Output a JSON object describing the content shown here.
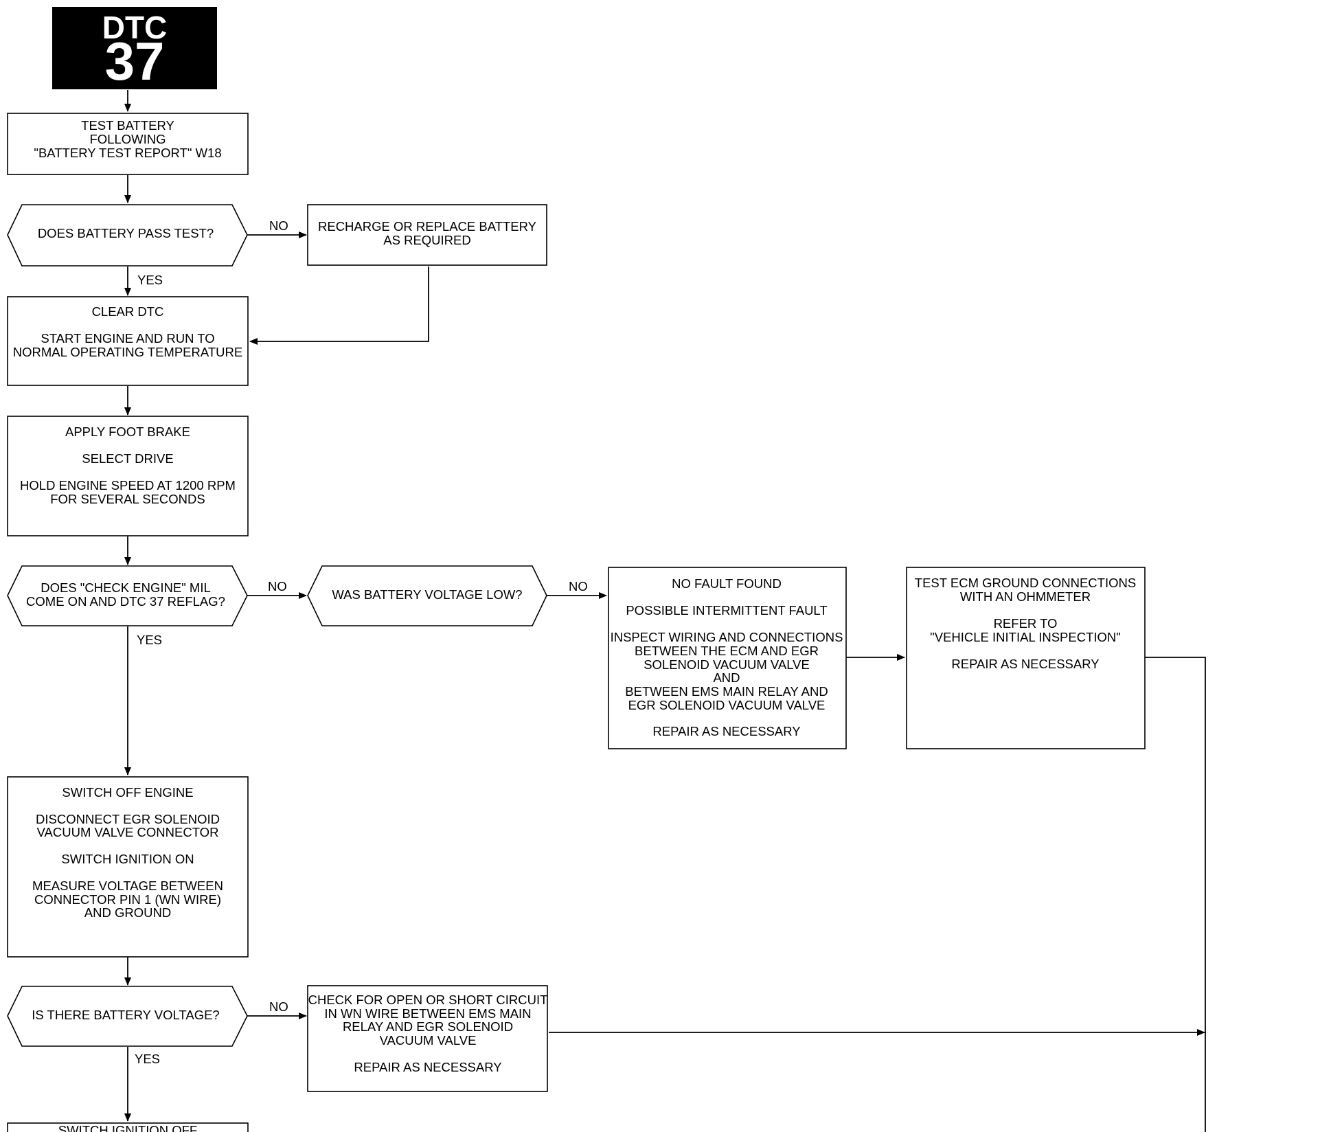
{
  "header": {
    "line1": "DTC",
    "line2": "37"
  },
  "nodes": {
    "test_battery": {
      "kind": "process",
      "lines": [
        "TEST BATTERY",
        "FOLLOWING",
        "\"BATTERY TEST REPORT\" W18"
      ]
    },
    "battery_pass": {
      "kind": "decision",
      "lines": [
        "DOES BATTERY PASS TEST?"
      ]
    },
    "recharge": {
      "kind": "process",
      "lines": [
        "RECHARGE OR REPLACE BATTERY",
        "AS REQUIRED"
      ]
    },
    "clear_dtc": {
      "kind": "process",
      "lines": [
        "CLEAR DTC",
        "",
        "START ENGINE AND RUN TO",
        "NORMAL OPERATING TEMPERATURE"
      ]
    },
    "foot_brake": {
      "kind": "process",
      "lines": [
        "APPLY FOOT BRAKE",
        "",
        "SELECT DRIVE",
        "",
        "HOLD ENGINE SPEED AT 1200 RPM",
        "FOR SEVERAL SECONDS"
      ]
    },
    "mil_reflag": {
      "kind": "decision",
      "lines": [
        "DOES \"CHECK ENGINE\" MIL",
        "COME ON AND DTC 37 REFLAG?"
      ]
    },
    "voltage_low": {
      "kind": "decision",
      "lines": [
        "WAS BATTERY VOLTAGE LOW?"
      ]
    },
    "no_fault": {
      "kind": "process",
      "lines": [
        "NO FAULT FOUND",
        "",
        "POSSIBLE INTERMITTENT FAULT",
        "",
        "INSPECT WIRING AND CONNECTIONS",
        "BETWEEN THE ECM AND EGR",
        "SOLENOID VACUUM VALVE",
        "AND",
        "BETWEEN EMS MAIN RELAY AND",
        "EGR SOLENOID VACUUM VALVE",
        "",
        "REPAIR AS NECESSARY"
      ]
    },
    "ecm_ground": {
      "kind": "process",
      "lines": [
        "TEST ECM GROUND CONNECTIONS",
        "WITH AN OHMMETER",
        "",
        "REFER TO",
        "\"VEHICLE INITIAL INSPECTION\"",
        "",
        "REPAIR AS NECESSARY"
      ]
    },
    "switch_off": {
      "kind": "process",
      "lines": [
        "SWITCH OFF ENGINE",
        "",
        "DISCONNECT EGR SOLENOID",
        "VACUUM VALVE CONNECTOR",
        "",
        "SWITCH IGNITION ON",
        "",
        "MEASURE VOLTAGE BETWEEN",
        "CONNECTOR PIN 1 (WN WIRE)",
        "AND GROUND"
      ]
    },
    "battery_voltage": {
      "kind": "decision",
      "lines": [
        "IS THERE BATTERY VOLTAGE?"
      ]
    },
    "check_open": {
      "kind": "process",
      "lines": [
        "CHECK FOR OPEN OR SHORT CIRCUIT",
        "IN WN WIRE BETWEEN EMS MAIN",
        "RELAY AND EGR SOLENOID",
        "VACUUM VALVE",
        "",
        "REPAIR AS NECESSARY"
      ]
    },
    "switch_ign_off": {
      "kind": "process",
      "lines": [
        "SWITCH IGNITION OFF"
      ]
    }
  },
  "edges": [
    {
      "from": "test_battery",
      "to": "battery_pass",
      "label": ""
    },
    {
      "from": "battery_pass",
      "to": "recharge",
      "label": "NO"
    },
    {
      "from": "battery_pass",
      "to": "clear_dtc",
      "label": "YES"
    },
    {
      "from": "recharge",
      "to": "clear_dtc",
      "label": ""
    },
    {
      "from": "clear_dtc",
      "to": "foot_brake",
      "label": ""
    },
    {
      "from": "foot_brake",
      "to": "mil_reflag",
      "label": ""
    },
    {
      "from": "mil_reflag",
      "to": "voltage_low",
      "label": "NO"
    },
    {
      "from": "voltage_low",
      "to": "no_fault",
      "label": "NO"
    },
    {
      "from": "no_fault",
      "to": "ecm_ground",
      "label": ""
    },
    {
      "from": "mil_reflag",
      "to": "switch_off",
      "label": "YES"
    },
    {
      "from": "switch_off",
      "to": "battery_voltage",
      "label": ""
    },
    {
      "from": "battery_voltage",
      "to": "check_open",
      "label": "NO"
    },
    {
      "from": "battery_voltage",
      "to": "switch_ign_off",
      "label": "YES"
    },
    {
      "from": "ecm_ground",
      "to": "",
      "label": ""
    },
    {
      "from": "check_open",
      "to": "",
      "label": ""
    }
  ]
}
